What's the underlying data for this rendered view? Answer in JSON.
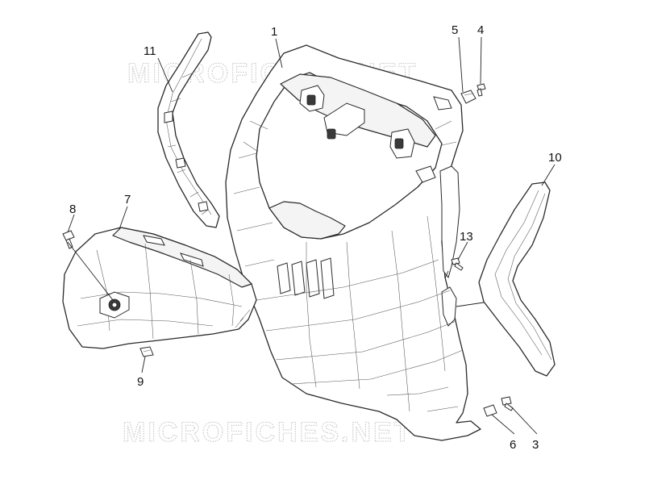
{
  "watermark": {
    "top_text": "MICROFICHES.NET",
    "bottom_text": "MICROFICHES.NET"
  },
  "callouts": [
    "1",
    "3",
    "4",
    "5",
    "6",
    "7",
    "8",
    "9",
    "10",
    "11",
    "13"
  ]
}
